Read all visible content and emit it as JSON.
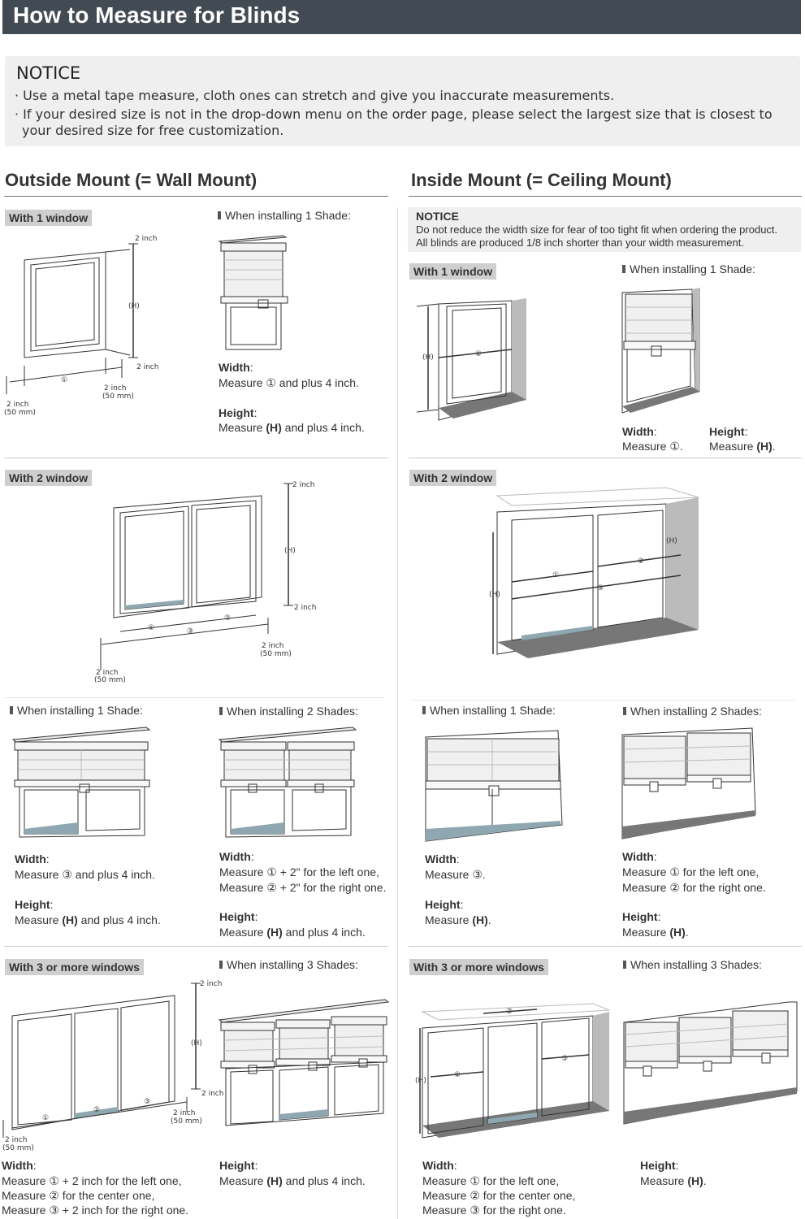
{
  "header": {
    "title": "How to Measure for Blinds"
  },
  "notice": {
    "title": "NOTICE",
    "line1": "· Use a metal tape measure, cloth ones can stretch and give you inaccurate measurements.",
    "line2": "· If your desired size is not in the drop-down menu on the order page, please select the largest size that is closest to",
    "line3": "your desired size for free customization."
  },
  "outside": {
    "title": "Outside Mount (= Wall Mount)",
    "w1": {
      "tag": "With 1  window",
      "shade": "When installing 1 Shade:",
      "width_label": "Width",
      "width_text": "Measure ① and plus 4 inch.",
      "height_label": "Height",
      "height_pre": "Measure ",
      "height_h": "(H)",
      "height_post": " and plus 4 inch."
    },
    "w2": {
      "tag": "With 2  window",
      "shade1": "When installing 1 Shade:",
      "shade2": "When installing 2 Shades:",
      "s1_width_label": "Width",
      "s1_width_text": "Measure ③ and plus 4 inch.",
      "s1_height_label": "Height",
      "s1_height_pre": "Measure ",
      "s1_height_h": "(H)",
      "s1_height_post": " and plus 4 inch.",
      "s2_width_label": "Width",
      "s2_width_l1": "Measure ① + 2\" for the left one,",
      "s2_width_l2": "Measure ② + 2\" for the right one.",
      "s2_height_label": "Height",
      "s2_height_pre": "Measure ",
      "s2_height_h": "(H)",
      "s2_height_post": " and plus 4 inch."
    },
    "w3": {
      "tag": "With 3 or more windows",
      "shade": "When installing 3 Shades:",
      "width_label": "Width",
      "width_l1": "Measure ① + 2 inch for the left one,",
      "width_l2": "Measure ② for the center one,",
      "width_l3": "Measure ③ + 2 inch for the right one.",
      "height_label": "Height",
      "height_pre": "Measure ",
      "height_h": "(H)",
      "height_post": " and plus 4 inch."
    }
  },
  "inside": {
    "title": "Inside Mount (= Ceiling Mount)",
    "notice_title": "NOTICE",
    "notice_l1": "Do not reduce the width size for fear of too tight fit when ordering the product.",
    "notice_l2": "All blinds are produced 1/8 inch shorter than your width measurement.",
    "w1": {
      "tag": "With 1  window",
      "shade": "When installing 1 Shade:",
      "width_label": "Width",
      "width_text": "Measure ①.",
      "height_label": "Height",
      "height_pre": "Measure ",
      "height_h": "(H)",
      "height_post": "."
    },
    "w2": {
      "tag": "With 2  window",
      "shade1": "When installing 1 Shade:",
      "shade2": "When installing 2 Shades:",
      "s1_width_label": "Width",
      "s1_width_text": "Measure ③.",
      "s1_height_label": "Height",
      "s1_height_pre": "Measure ",
      "s1_height_h": "(H)",
      "s1_height_post": ".",
      "s2_width_label": "Width",
      "s2_width_l1": "Measure ① for the left one,",
      "s2_width_l2": "Measure ② for the right one.",
      "s2_height_label": "Height",
      "s2_height_pre": "Measure ",
      "s2_height_h": "(H)",
      "s2_height_post": "."
    },
    "w3": {
      "tag": "With 3 or more windows",
      "shade": "When installing 3 Shades:",
      "width_label": "Width",
      "width_l1": "Measure ① for the left one,",
      "width_l2": "Measure ② for the center one,",
      "width_l3": "Measure ③ for the right one.",
      "height_label": "Height",
      "height_pre": "Measure ",
      "height_h": "(H)",
      "height_post": "."
    }
  },
  "diagram_labels": {
    "two_inch": "2 inch",
    "two_inch_mm1": "2 inch",
    "mm50": "(50 mm)",
    "H": "(H)",
    "c1": "①",
    "c2": "②",
    "c3": "③"
  }
}
